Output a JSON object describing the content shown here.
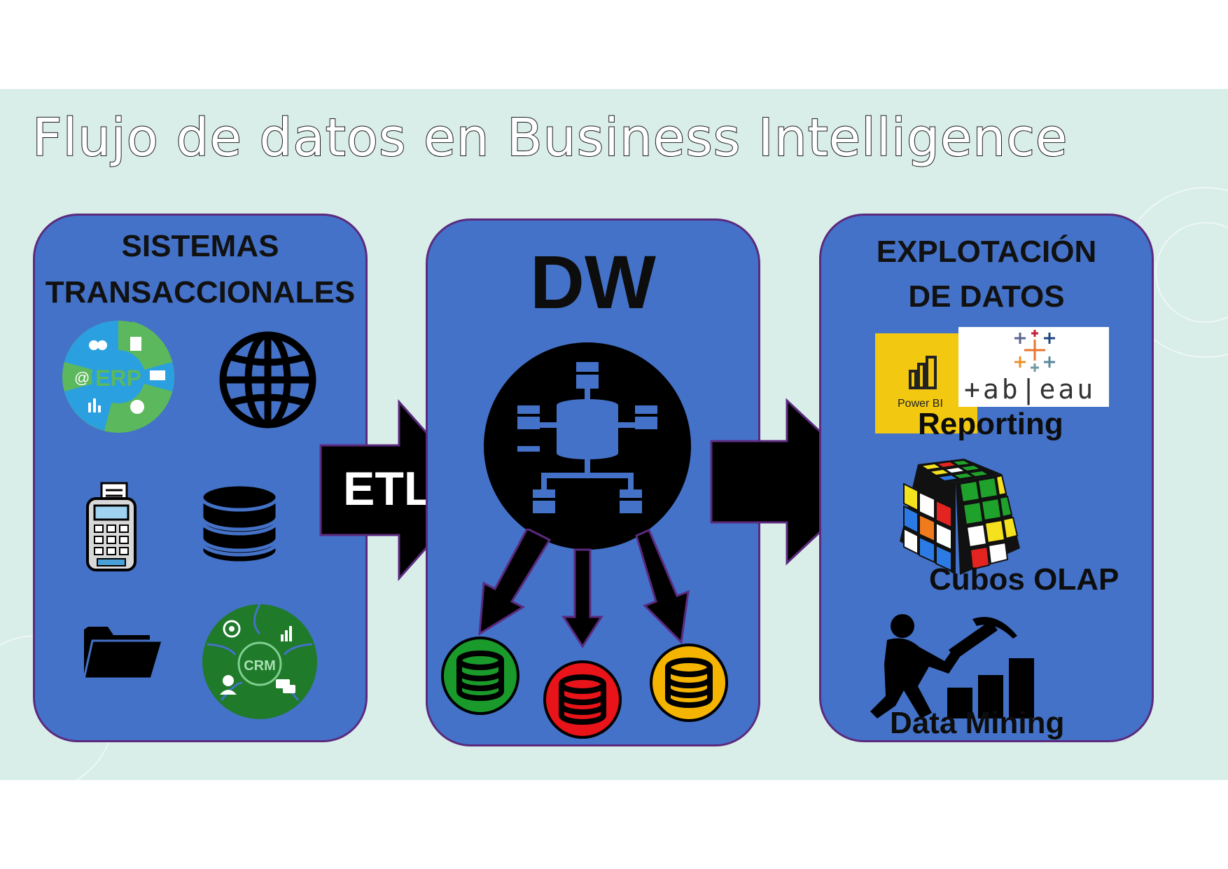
{
  "title": "Flujo de datos en Business Intelligence",
  "sources": {
    "heading_line1": "SISTEMAS",
    "heading_line2": "TRANSACCIONALES",
    "erp_label": "ERP",
    "crm_label": "CRM"
  },
  "etl": {
    "label": "ETL"
  },
  "warehouse": {
    "label": "DW",
    "datamart_colors": [
      "#1a9a2a",
      "#e8141a",
      "#f4b400"
    ]
  },
  "exploitation": {
    "heading_line1": "EXPLOTACIÓN",
    "heading_line2": "DE DATOS",
    "reporting_label": "Reporting",
    "powerbi_label": "Power BI",
    "tableau_label": "+ab|eau",
    "olap_label": "Cubos OLAP",
    "mining_label": "Data Mining"
  },
  "colors": {
    "background": "#d9eee9",
    "panel": "#4472c8",
    "panel_border": "#5b2a7e",
    "erp_green": "#5cb85c",
    "erp_blue": "#2aa0e0",
    "crm_green": "#1f7a2a",
    "powerbi_yellow": "#f2c811"
  }
}
